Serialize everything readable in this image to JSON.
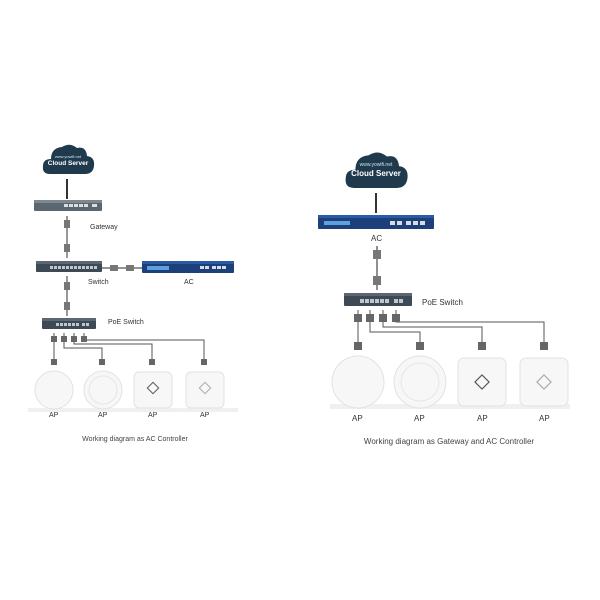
{
  "left": {
    "cloud": {
      "url": "www.yowifi.net",
      "title": "Cloud Server"
    },
    "gateway_label": "Gateway",
    "switch_label": "Switch",
    "ac_label": "AC",
    "poe_label": "PoE Switch",
    "ap_labels": [
      "AP",
      "AP",
      "AP",
      "AP"
    ],
    "caption": "Working diagram as AC Controller"
  },
  "right": {
    "cloud": {
      "url": "www.yowifi.net",
      "title": "Cloud Server"
    },
    "ac_label": "AC",
    "poe_label": "PoE Switch",
    "ap_labels": [
      "AP",
      "AP",
      "AP",
      "AP"
    ],
    "caption": "Working diagram as Gateway and AC Controller"
  },
  "colors": {
    "cloud": "#1f3a4d",
    "device_dark": "#3d4a55",
    "ac_blue": "#1d3f7a",
    "cable": "#666666"
  }
}
